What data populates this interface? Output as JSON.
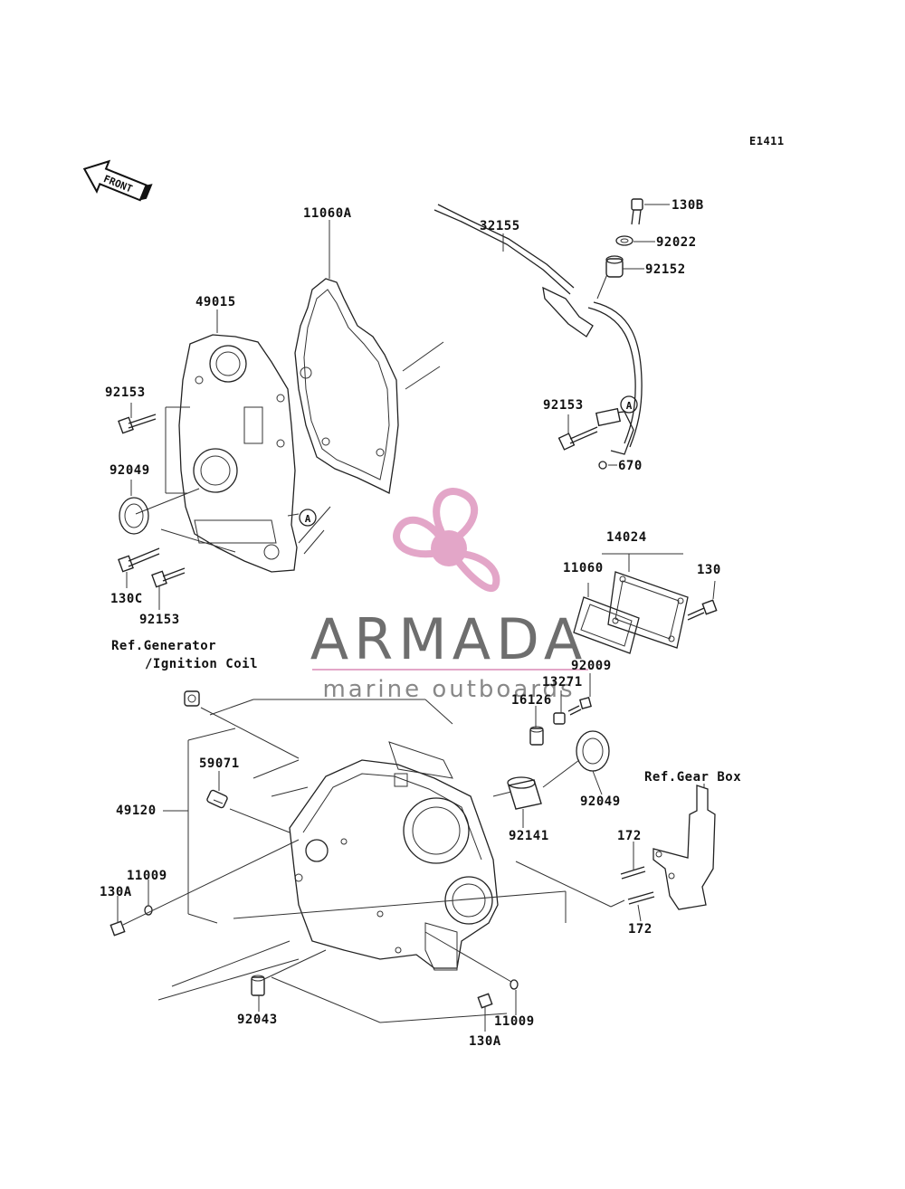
{
  "diagram_code": "E1411",
  "front_label": "FRONT",
  "ref_marker": "A",
  "watermark": {
    "brand": "ARMADA",
    "tagline": "marine outboards",
    "brand_color": "#6e6e6e",
    "accent_color": "#e3a6c8"
  },
  "parts": [
    {
      "id": "p130B",
      "text": "130B"
    },
    {
      "id": "p32155",
      "text": "32155"
    },
    {
      "id": "p92022",
      "text": "92022"
    },
    {
      "id": "p92152",
      "text": "92152"
    },
    {
      "id": "p11060A",
      "text": "11060A"
    },
    {
      "id": "p49015",
      "text": "49015"
    },
    {
      "id": "p92153a",
      "text": "92153"
    },
    {
      "id": "p92153b",
      "text": "92153"
    },
    {
      "id": "p92153c",
      "text": "92153"
    },
    {
      "id": "p92049a",
      "text": "92049"
    },
    {
      "id": "p92049b",
      "text": "92049"
    },
    {
      "id": "p670",
      "text": "670"
    },
    {
      "id": "p130C",
      "text": "130C"
    },
    {
      "id": "p14024",
      "text": "14024"
    },
    {
      "id": "p11060",
      "text": "11060"
    },
    {
      "id": "p130",
      "text": "130"
    },
    {
      "id": "pRefGen1",
      "text": "Ref.Generator"
    },
    {
      "id": "pRefGen2",
      "text": "/Ignition Coil"
    },
    {
      "id": "p92009",
      "text": "92009"
    },
    {
      "id": "p13271",
      "text": "13271"
    },
    {
      "id": "p16126",
      "text": "16126"
    },
    {
      "id": "p59071",
      "text": "59071"
    },
    {
      "id": "p49120",
      "text": "49120"
    },
    {
      "id": "pRefGear",
      "text": "Ref.Gear Box"
    },
    {
      "id": "p92141",
      "text": "92141"
    },
    {
      "id": "p172a",
      "text": "172"
    },
    {
      "id": "p172b",
      "text": "172"
    },
    {
      "id": "p11009a",
      "text": "11009"
    },
    {
      "id": "p130Aa",
      "text": "130A"
    },
    {
      "id": "p92043",
      "text": "92043"
    },
    {
      "id": "p11009b",
      "text": "11009"
    },
    {
      "id": "p130Ab",
      "text": "130A"
    }
  ]
}
